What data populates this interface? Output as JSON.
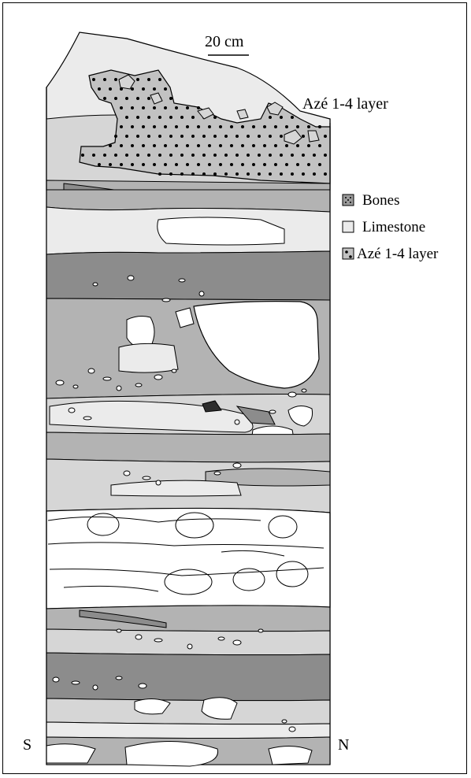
{
  "figure": {
    "scale_bar_label": "20 cm",
    "layer_callout": "Azé 1-4 layer",
    "south_label": "S",
    "north_label": "N"
  },
  "legend": {
    "items": [
      {
        "key": "bones",
        "label": "Bones"
      },
      {
        "key": "limestone",
        "label": "Limestone"
      },
      {
        "key": "aze_layer",
        "label": "Azé 1-4 layer"
      }
    ]
  },
  "colors": {
    "dark_grey": "#8c8c8c",
    "mid_grey": "#b3b3b3",
    "light_grey": "#d6d6d6",
    "very_light": "#ebebeb",
    "limestone": "#ffffff",
    "darkest": "#2e2e2e",
    "outline": "#000000"
  }
}
